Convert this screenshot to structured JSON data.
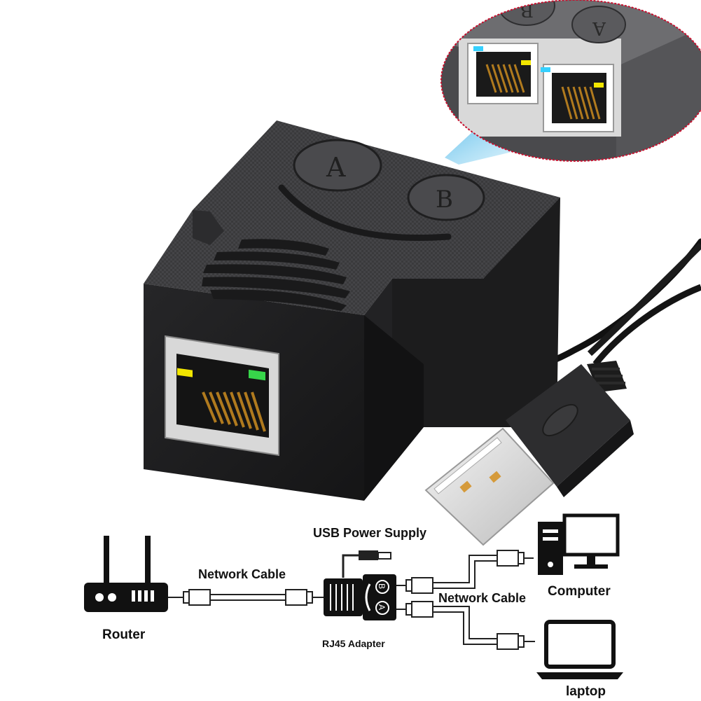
{
  "product": {
    "port_a_label": "A",
    "port_b_label": "B"
  },
  "diagram": {
    "usb_power_label": "USB Power Supply",
    "network_cable_left": "Network Cable",
    "network_cable_right": "Network Cable",
    "router_label": "Router",
    "adapter_label": "RJ45 Adapter",
    "computer_label": "Computer",
    "laptop_label": "laptop",
    "adapter_port_a": "A",
    "adapter_port_b": "B"
  },
  "colors": {
    "housing": "#2b2b2d",
    "led_yellow": "#f2e600",
    "led_green": "#37d64a",
    "led_cyan": "#35d0ff",
    "pin_gold": "#b07a1e",
    "zoom_border": "#c8102e"
  }
}
